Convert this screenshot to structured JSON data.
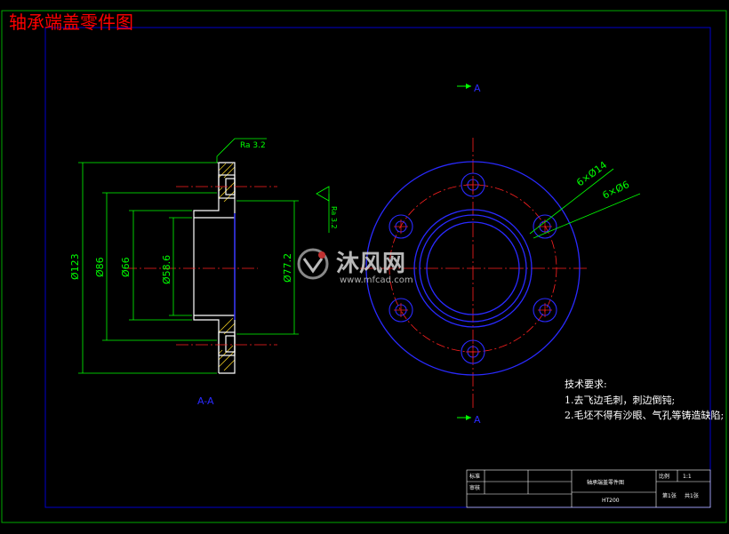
{
  "drawing": {
    "title": "轴承端盖零件图",
    "watermark": {
      "cn": "沐风网",
      "url": "www.mfcad.com"
    },
    "section": {
      "label": "A-A",
      "cut_mark": "A",
      "cut_mark_bottom": "A",
      "roughness_top": "Ra 3.2",
      "roughness_side": "Ra 3.2"
    },
    "dimensions": {
      "d123": "Ø123",
      "d86": "Ø86",
      "d66": "Ø66",
      "d58": "Ø58.6",
      "d77": "Ø77.2",
      "holes_large": "6×Ø14",
      "holes_small": "6×Ø6"
    },
    "tech_requirements": {
      "heading": "技术要求:",
      "items": [
        "1.去飞边毛刺，刺边倒钝;",
        "2.毛坯不得有沙眼、气孔等铸造缺陷;"
      ]
    },
    "title_block": {
      "row1_label": "标准",
      "row2_label": "审核",
      "name": "轴承端盖零件图",
      "material": "HT200",
      "scale_label": "比例",
      "scale_value": "1:1",
      "sheet_info_1": "第1张",
      "sheet_info_2": "共1张"
    }
  },
  "colors": {
    "background": "#000000",
    "frame": "#0000cc",
    "outer_frame": "#00aa00",
    "title": "#ff0000",
    "part_outline": "#ffffff",
    "centerline": "#ff2020",
    "dimension": "#00ff00",
    "hatch": "#e0c020",
    "hidden_blue": "#2a2aff"
  }
}
